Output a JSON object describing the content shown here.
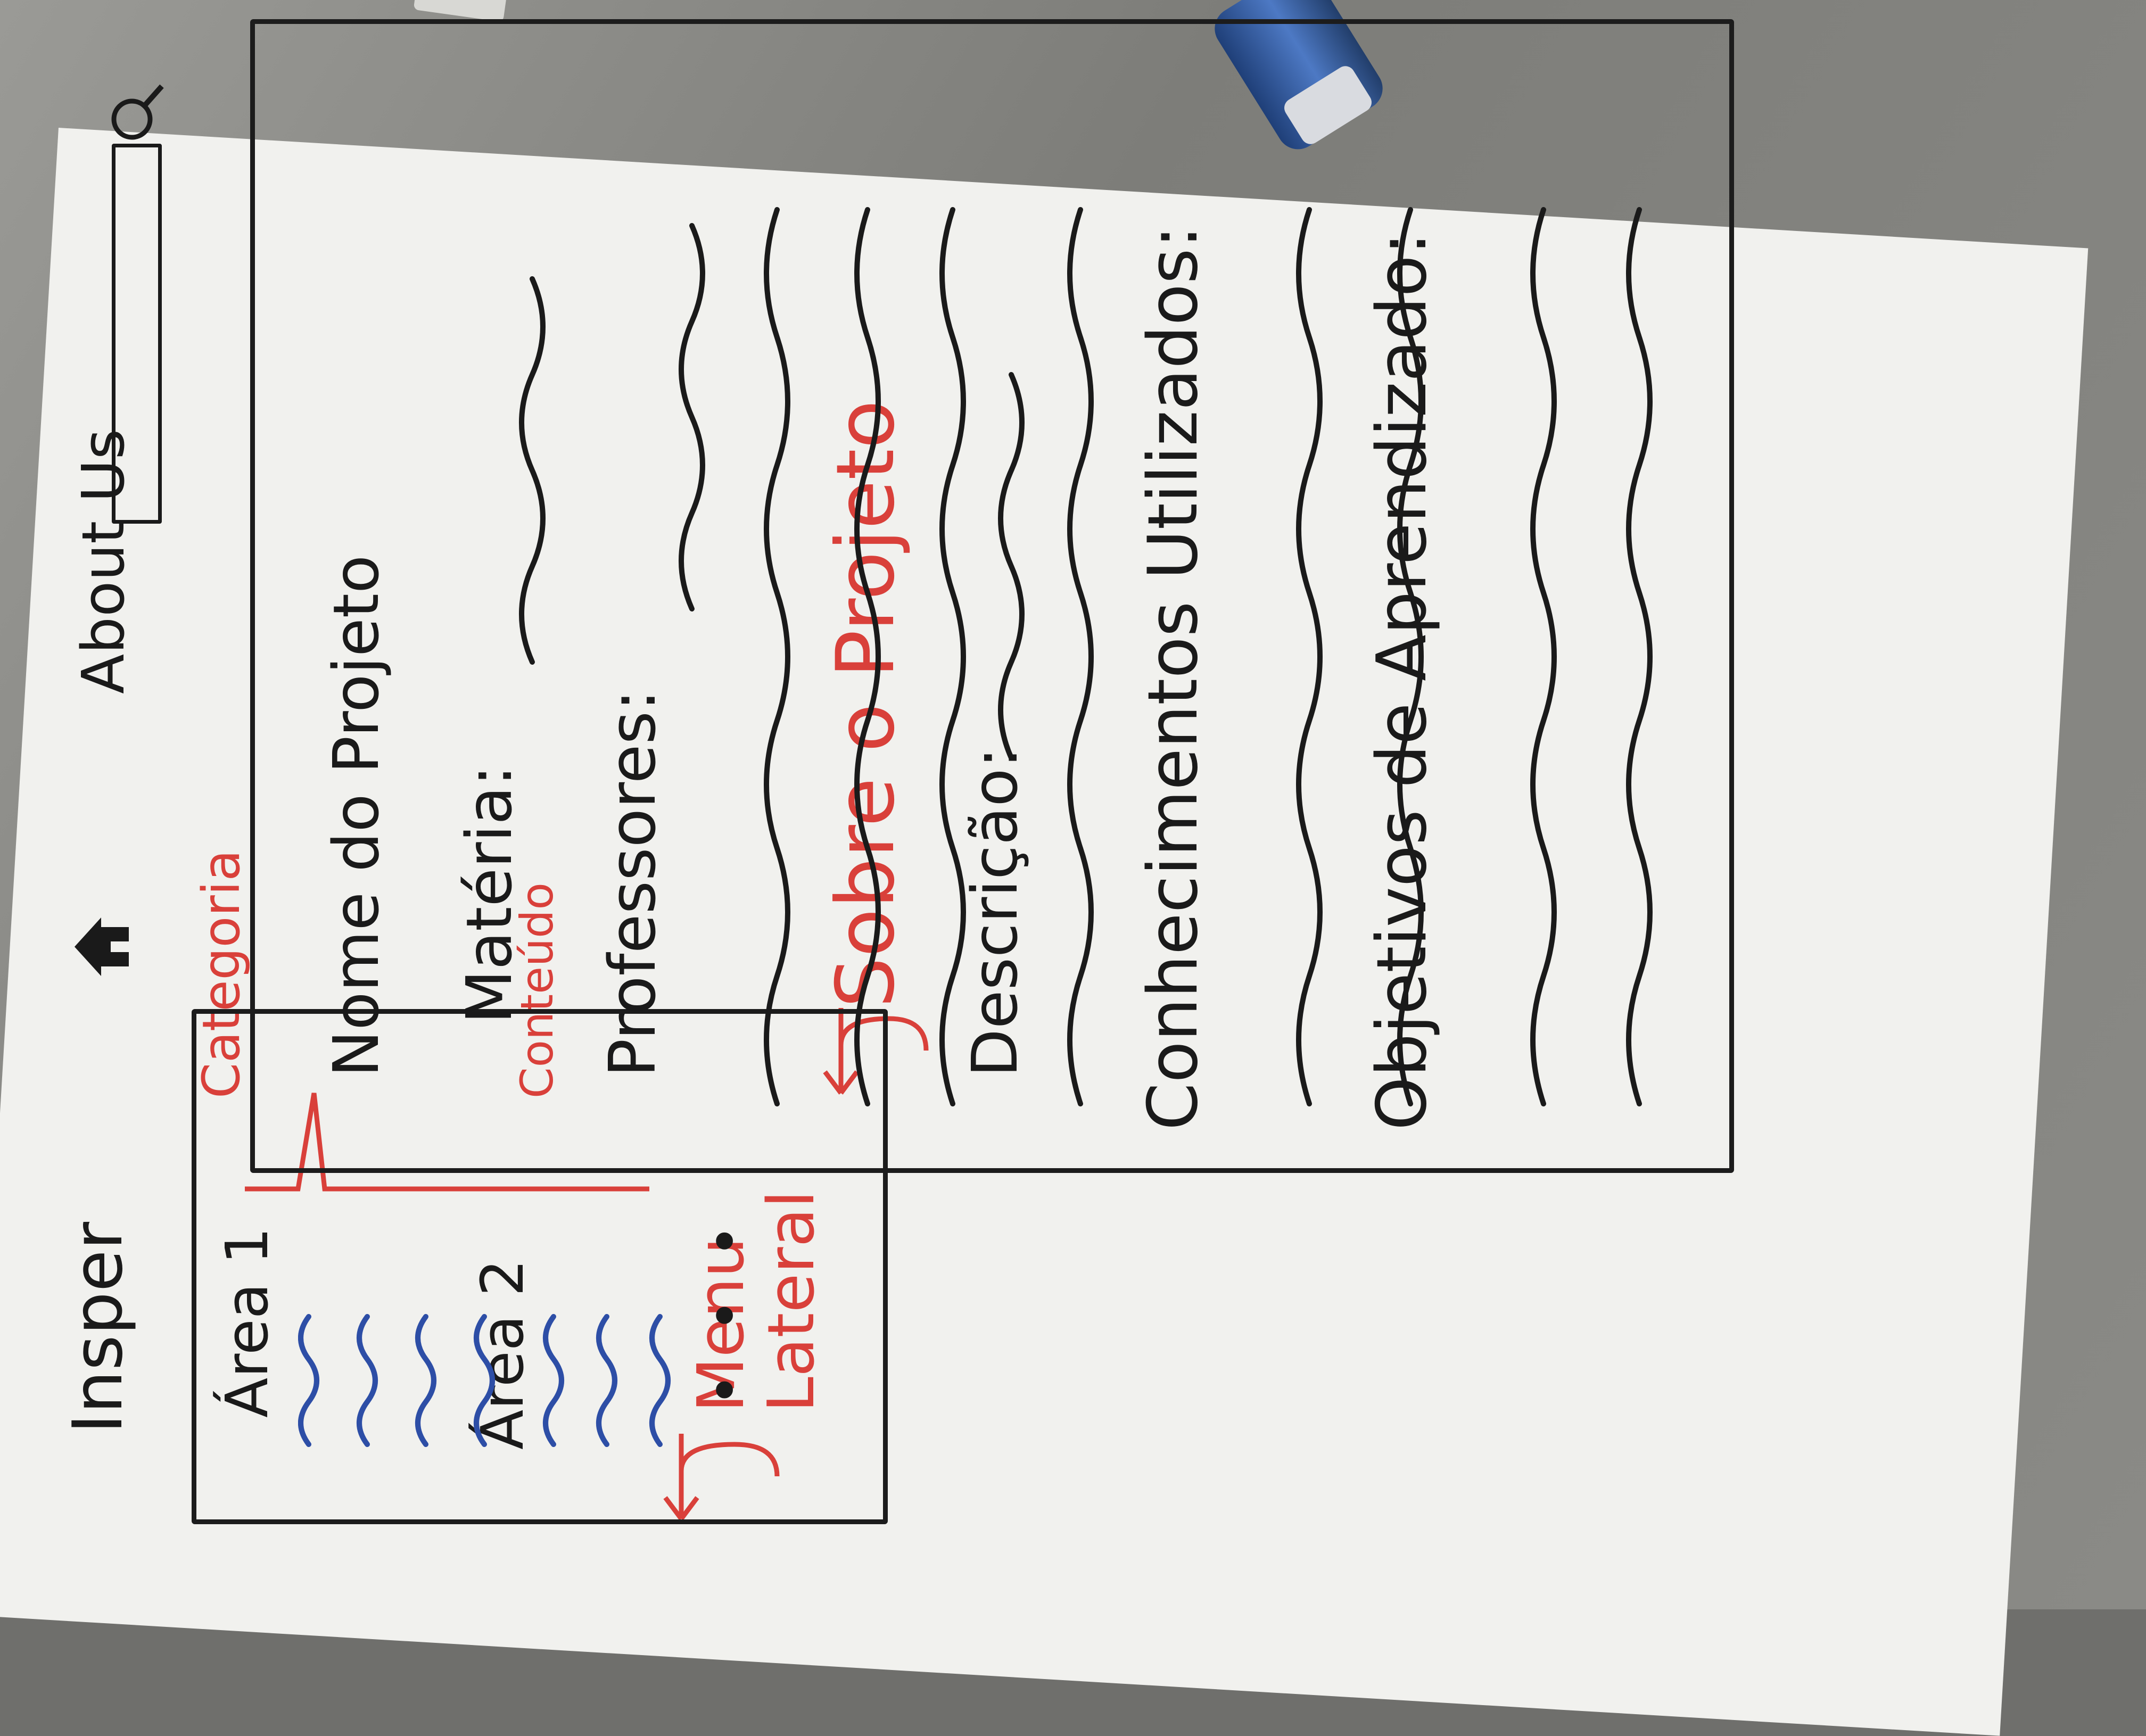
{
  "header": {
    "logo": "Insper",
    "about_link": "About Us"
  },
  "annotations": {
    "categoria": "Categoria",
    "conteudo": "Conteúdo",
    "menu_lateral": "Menu Lateral",
    "sobre_projeto": "Sobre o Projeto"
  },
  "sidebar": {
    "areas": [
      {
        "label": "Área 1"
      },
      {
        "label": "Área 2"
      }
    ],
    "more": "• • •"
  },
  "project_card": {
    "title": "Nome do Projeto",
    "materia_label": "Matéria:",
    "professores_label": "Professores:",
    "descricao_label": "Descrição:",
    "conhecimentos_label": "Conhecimentos Utilizados:",
    "objetivos_label": "Objetivos de Aprendizado:"
  },
  "icons": {
    "home": "home-icon",
    "search": "search-icon"
  },
  "colors": {
    "ink": "#1a1a1a",
    "annotation": "#d9403a",
    "placeholder": "#2d4ea6",
    "board": "#f1f1ee"
  }
}
